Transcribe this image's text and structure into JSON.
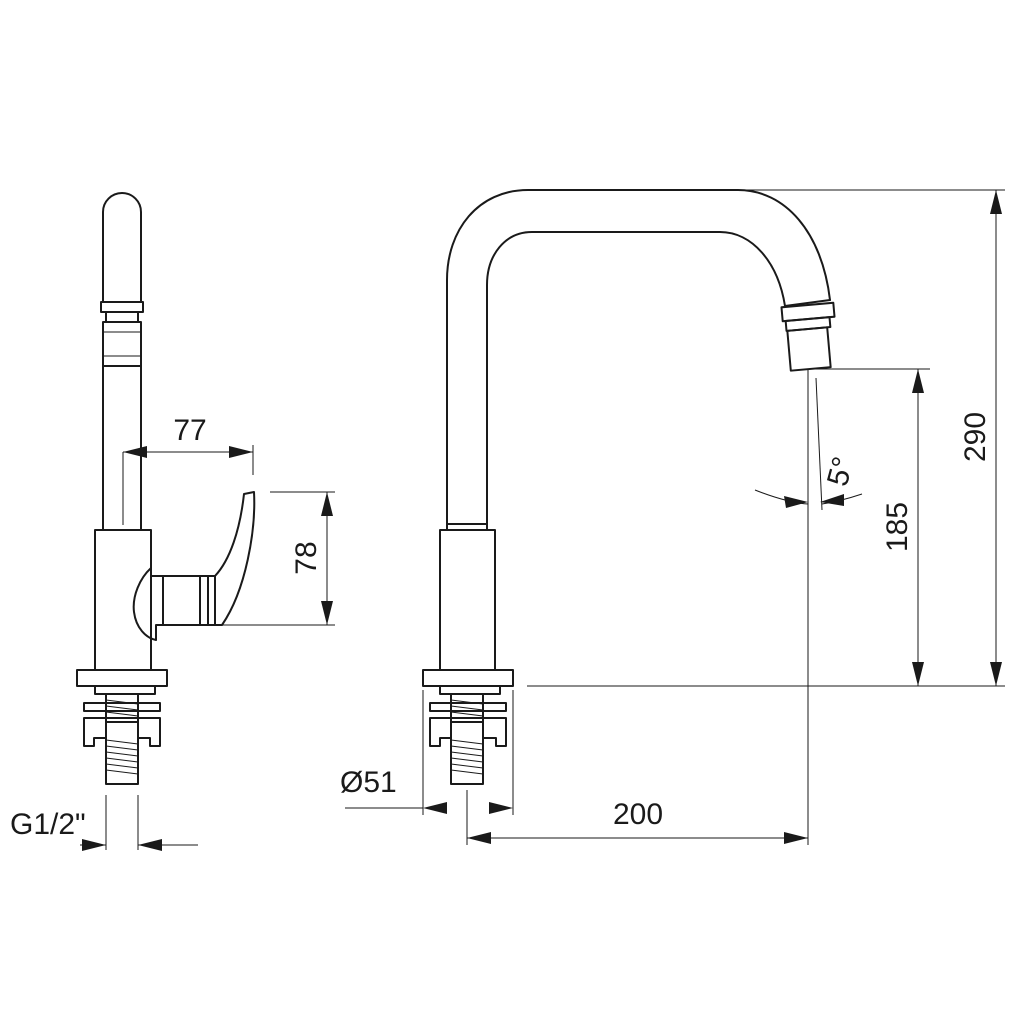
{
  "dimensions": {
    "handle_reach": "77",
    "handle_height": "78",
    "thread": "G1/2\"",
    "base_diameter": "Ø51",
    "spout_reach": "200",
    "spout_height": "185",
    "total_height": "290",
    "spout_angle": "5°"
  }
}
